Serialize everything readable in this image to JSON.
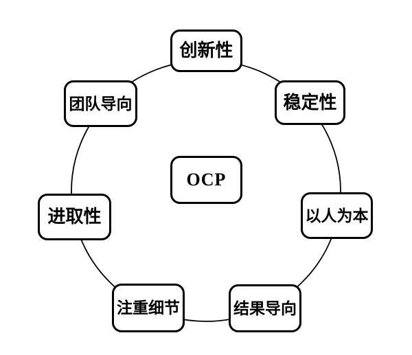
{
  "diagram": {
    "center": {
      "label": "OCP"
    },
    "nodes": [
      {
        "label": "创新性"
      },
      {
        "label": "稳定性"
      },
      {
        "label": "以人为本"
      },
      {
        "label": "结果导向"
      },
      {
        "label": "注重细节"
      },
      {
        "label": "进取性"
      },
      {
        "label": "团队导向"
      }
    ],
    "colors": {
      "stroke": "#000000",
      "box_fill": "#ffffff",
      "text": "#000000",
      "background": "#ffffff"
    }
  }
}
